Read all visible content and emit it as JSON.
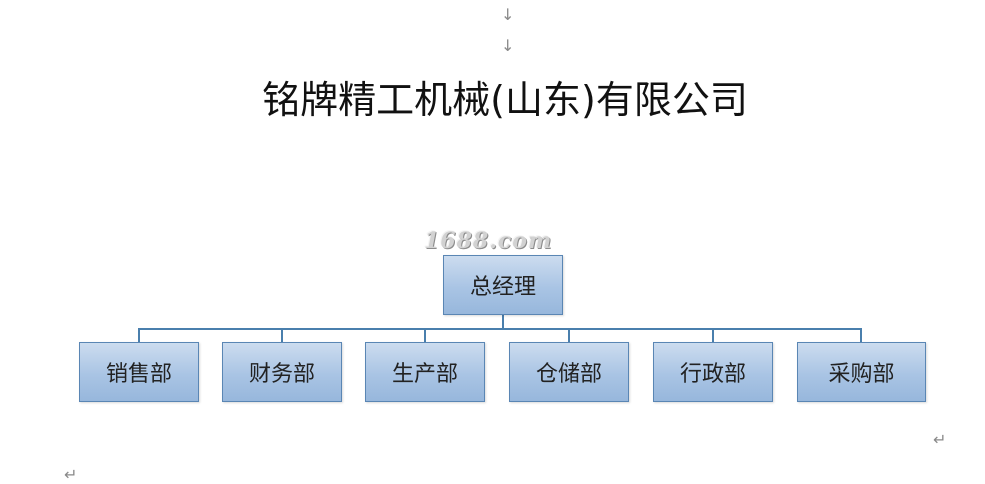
{
  "document": {
    "marks": {
      "arrow_top_1": "↓",
      "arrow_top_2": "↓",
      "return_right": "↵",
      "return_left": "↵"
    },
    "title": "铭牌精工机械(山东)有限公司",
    "watermark": "1688.com"
  },
  "org_chart": {
    "root": {
      "label": "总经理"
    },
    "departments": [
      {
        "label": "销售部"
      },
      {
        "label": "财务部"
      },
      {
        "label": "生产部"
      },
      {
        "label": "仓储部"
      },
      {
        "label": "行政部"
      },
      {
        "label": "采购部"
      }
    ],
    "colors": {
      "box_fill_top": "#ccdcef",
      "box_fill_bottom": "#97b7dc",
      "box_border": "#5a86b4",
      "connector": "#4a7fad"
    }
  }
}
